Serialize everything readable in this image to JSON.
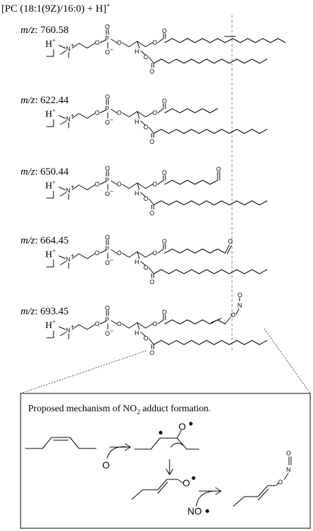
{
  "title": {
    "main": "[PC (18:1(9Z)/16:0) + H]",
    "sup": "+"
  },
  "entries": [
    {
      "mz_label": "m/z",
      "mz_value": ": 760.58",
      "adduct": "H",
      "adduct_sup": "+"
    },
    {
      "mz_label": "m/z",
      "mz_value": ": 622.44",
      "adduct": "H",
      "adduct_sup": "+"
    },
    {
      "mz_label": "m/z",
      "mz_value": ": 650.44",
      "adduct": "H",
      "adduct_sup": "+"
    },
    {
      "mz_label": "m/z",
      "mz_value": ": 664.45",
      "adduct": "H",
      "adduct_sup": "+"
    },
    {
      "mz_label": "m/z",
      "mz_value": ": 693.45",
      "adduct": "H",
      "adduct_sup": "+"
    }
  ],
  "atoms": {
    "N": "N",
    "N_charge": "+",
    "O": "O",
    "P": "P",
    "O_minus": "O",
    "minus": "−",
    "H": "H"
  },
  "mechanism": {
    "heading_pre": "Proposed mechanism of NO",
    "heading_sub": "2",
    "heading_post": " adduct formation.",
    "oxygen": "O",
    "nitric_oxide": "NO",
    "radical_o": "O",
    "final_o": "O",
    "final_n": "N",
    "final_o2": "O"
  }
}
